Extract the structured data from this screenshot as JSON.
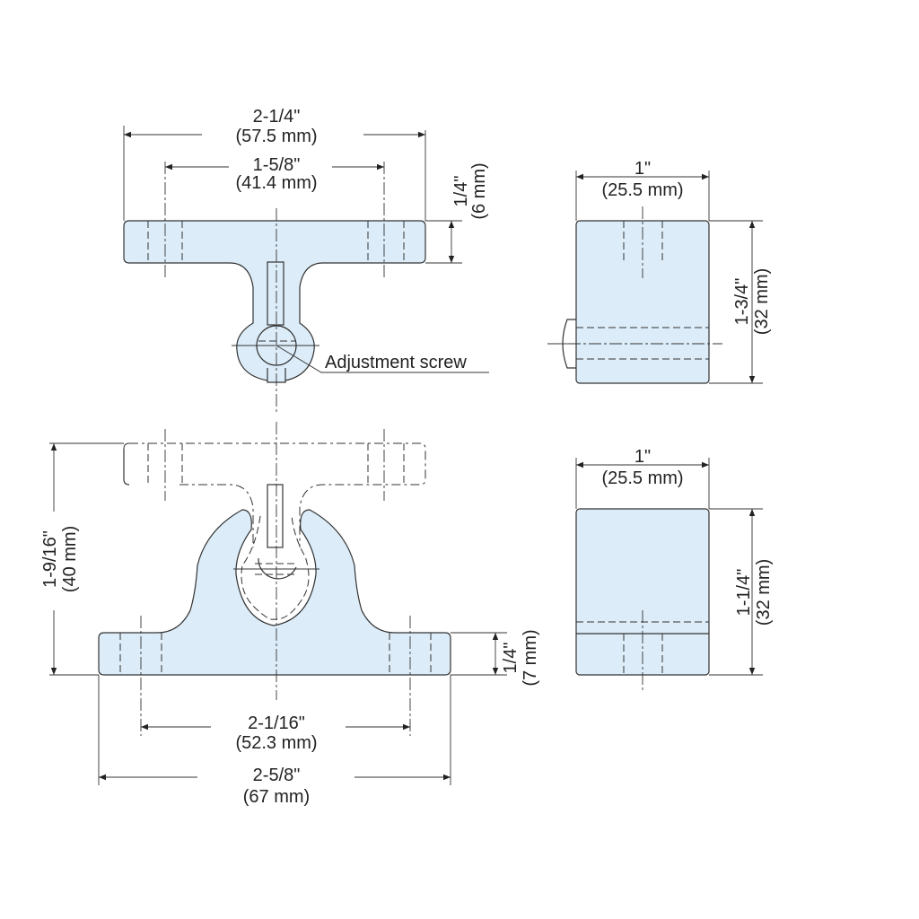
{
  "top_view": {
    "overall_width": {
      "in": "2-1/4\"",
      "mm": "(57.5 mm)"
    },
    "hole_spacing": {
      "in": "1-5/8\"",
      "mm": "(41.4 mm)"
    },
    "thickness": {
      "in": "1/4\"",
      "mm": "(6 mm)"
    },
    "callout": "Adjustment screw"
  },
  "side_view_top": {
    "width": {
      "in": "1\"",
      "mm": "(25.5 mm)"
    },
    "height": {
      "in": "1-3/4\"",
      "mm": "(32 mm)"
    }
  },
  "front_view": {
    "height": {
      "in": "1-9/16\"",
      "mm": "(40 mm)"
    },
    "base_thickness": {
      "in": "1/4\"",
      "mm": "(7 mm)"
    },
    "hole_spacing": {
      "in": "2-1/16\"",
      "mm": "(52.3 mm)"
    },
    "overall_width": {
      "in": "2-5/8\"",
      "mm": "(67 mm)"
    }
  },
  "side_view_bottom": {
    "width": {
      "in": "1\"",
      "mm": "(25.5 mm)"
    },
    "height": {
      "in": "1-1/4\"",
      "mm": "(32 mm)"
    }
  },
  "colors": {
    "part_fill": "#dcedf9",
    "line": "#333333"
  }
}
